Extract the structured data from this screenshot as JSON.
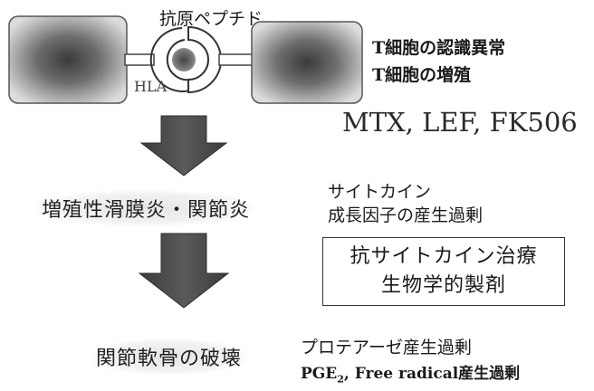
{
  "top": {
    "antigen_label": "抗原ペプチド",
    "hla_label": "HLA",
    "note_line1": "T細胞の認識異常",
    "note_line2": "T細胞の増殖",
    "drugs": "MTX, LEF, FK506"
  },
  "middle": {
    "stage_label": "増殖性滑膜炎・関節炎",
    "note_line1": "サイトカイン",
    "note_line2": "成長因子の産生過剰",
    "therapy_line1": "抗サイトカイン治療",
    "therapy_line2": "生物学的製剤"
  },
  "bottom": {
    "stage_label": "関節軟骨の破壊",
    "note_line1": "プロテアーゼ産生過剰",
    "note_line2_prefix": "PGE",
    "note_line2_sub": "2",
    "note_line2_suffix": ", Free radical産生過剰"
  }
}
